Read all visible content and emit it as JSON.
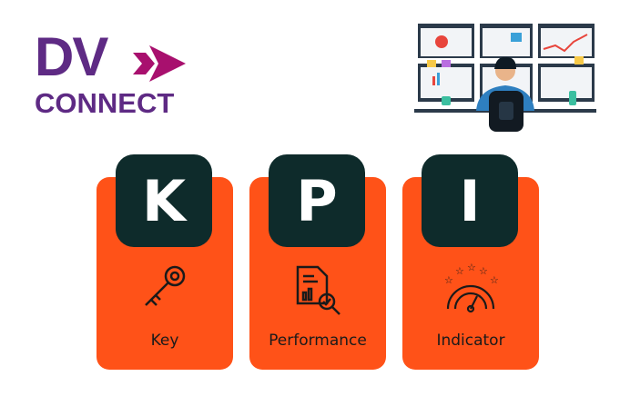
{
  "logo": {
    "line1": "DV",
    "line2": "CONNECT"
  },
  "kpi": [
    {
      "letter": "K",
      "label": "Key",
      "icon": "key-icon"
    },
    {
      "letter": "P",
      "label": "Performance",
      "icon": "report-magnifier-icon"
    },
    {
      "letter": "I",
      "label": "Indicator",
      "icon": "gauge-stars-icon"
    }
  ],
  "colors": {
    "brand_purple": "#5e2a84",
    "brand_magenta": "#a8106e",
    "card": "#ff5218",
    "tile": "#0e2b2b"
  }
}
